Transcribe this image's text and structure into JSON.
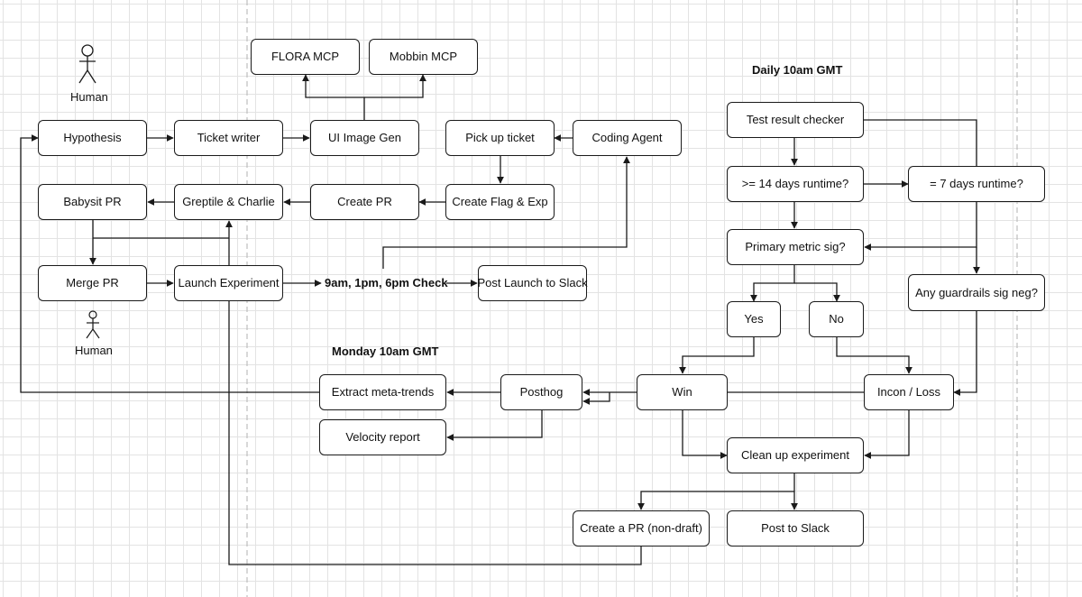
{
  "actors": {
    "top_label": "Human",
    "bottom_label": "Human"
  },
  "nodes": {
    "flora_mcp": "FLORA MCP",
    "mobbin_mcp": "Mobbin MCP",
    "hypothesis": "Hypothesis",
    "ticket_writer": "Ticket writer",
    "ui_image_gen": "UI Image Gen",
    "pick_up_ticket": "Pick up ticket",
    "coding_agent": "Coding Agent",
    "babysit_pr": "Babysit PR",
    "greptile_charlie": "Greptile & Charlie",
    "create_pr": "Create PR",
    "create_flag_exp": "Create Flag & Exp",
    "merge_pr": "Merge PR",
    "launch_experiment": "Launch Experiment",
    "post_launch_slack": "Post Launch to Slack",
    "test_result_checker": "Test result checker",
    "runtime_14": ">= 14 days runtime?",
    "runtime_7": "= 7 days runtime?",
    "primary_metric": "Primary metric sig?",
    "guardrails": "Any guardrails sig neg?",
    "yes": "Yes",
    "no": "No",
    "extract_meta_trends": "Extract meta-trends",
    "posthog": "Posthog",
    "win": "Win",
    "incon_loss": "Incon / Loss",
    "velocity_report": "Velocity report",
    "clean_up": "Clean up experiment",
    "create_pr_nondraft": "Create a PR (non-draft)",
    "post_to_slack": "Post to Slack"
  },
  "labels": {
    "daily_schedule": "Daily 10am GMT",
    "check_schedule": "9am, 1pm, 6pm Check",
    "monday_schedule": "Monday 10am GMT"
  },
  "colors": {
    "line": "#1a1a1a",
    "grid": "#e3e3e3",
    "guide": "#bdbdbd",
    "background": "#ffffff"
  }
}
